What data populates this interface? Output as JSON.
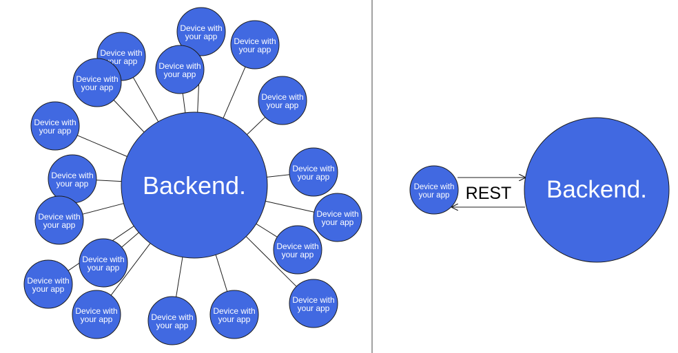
{
  "colors": {
    "node_fill": "#4169e1",
    "node_stroke": "#1c1c1c",
    "node_text": "#ffffff",
    "edge": "#1c1c1c",
    "background": "#ffffff",
    "label_text": "#000000"
  },
  "left_diagram": {
    "backend_label": "Backend.",
    "device_label_line1": "Device with",
    "device_label_line2": "your app",
    "device_count": 18
  },
  "right_diagram": {
    "backend_label": "Backend.",
    "device_label_line1": "Device with",
    "device_label_line2": "your app",
    "connection_label": "REST"
  }
}
